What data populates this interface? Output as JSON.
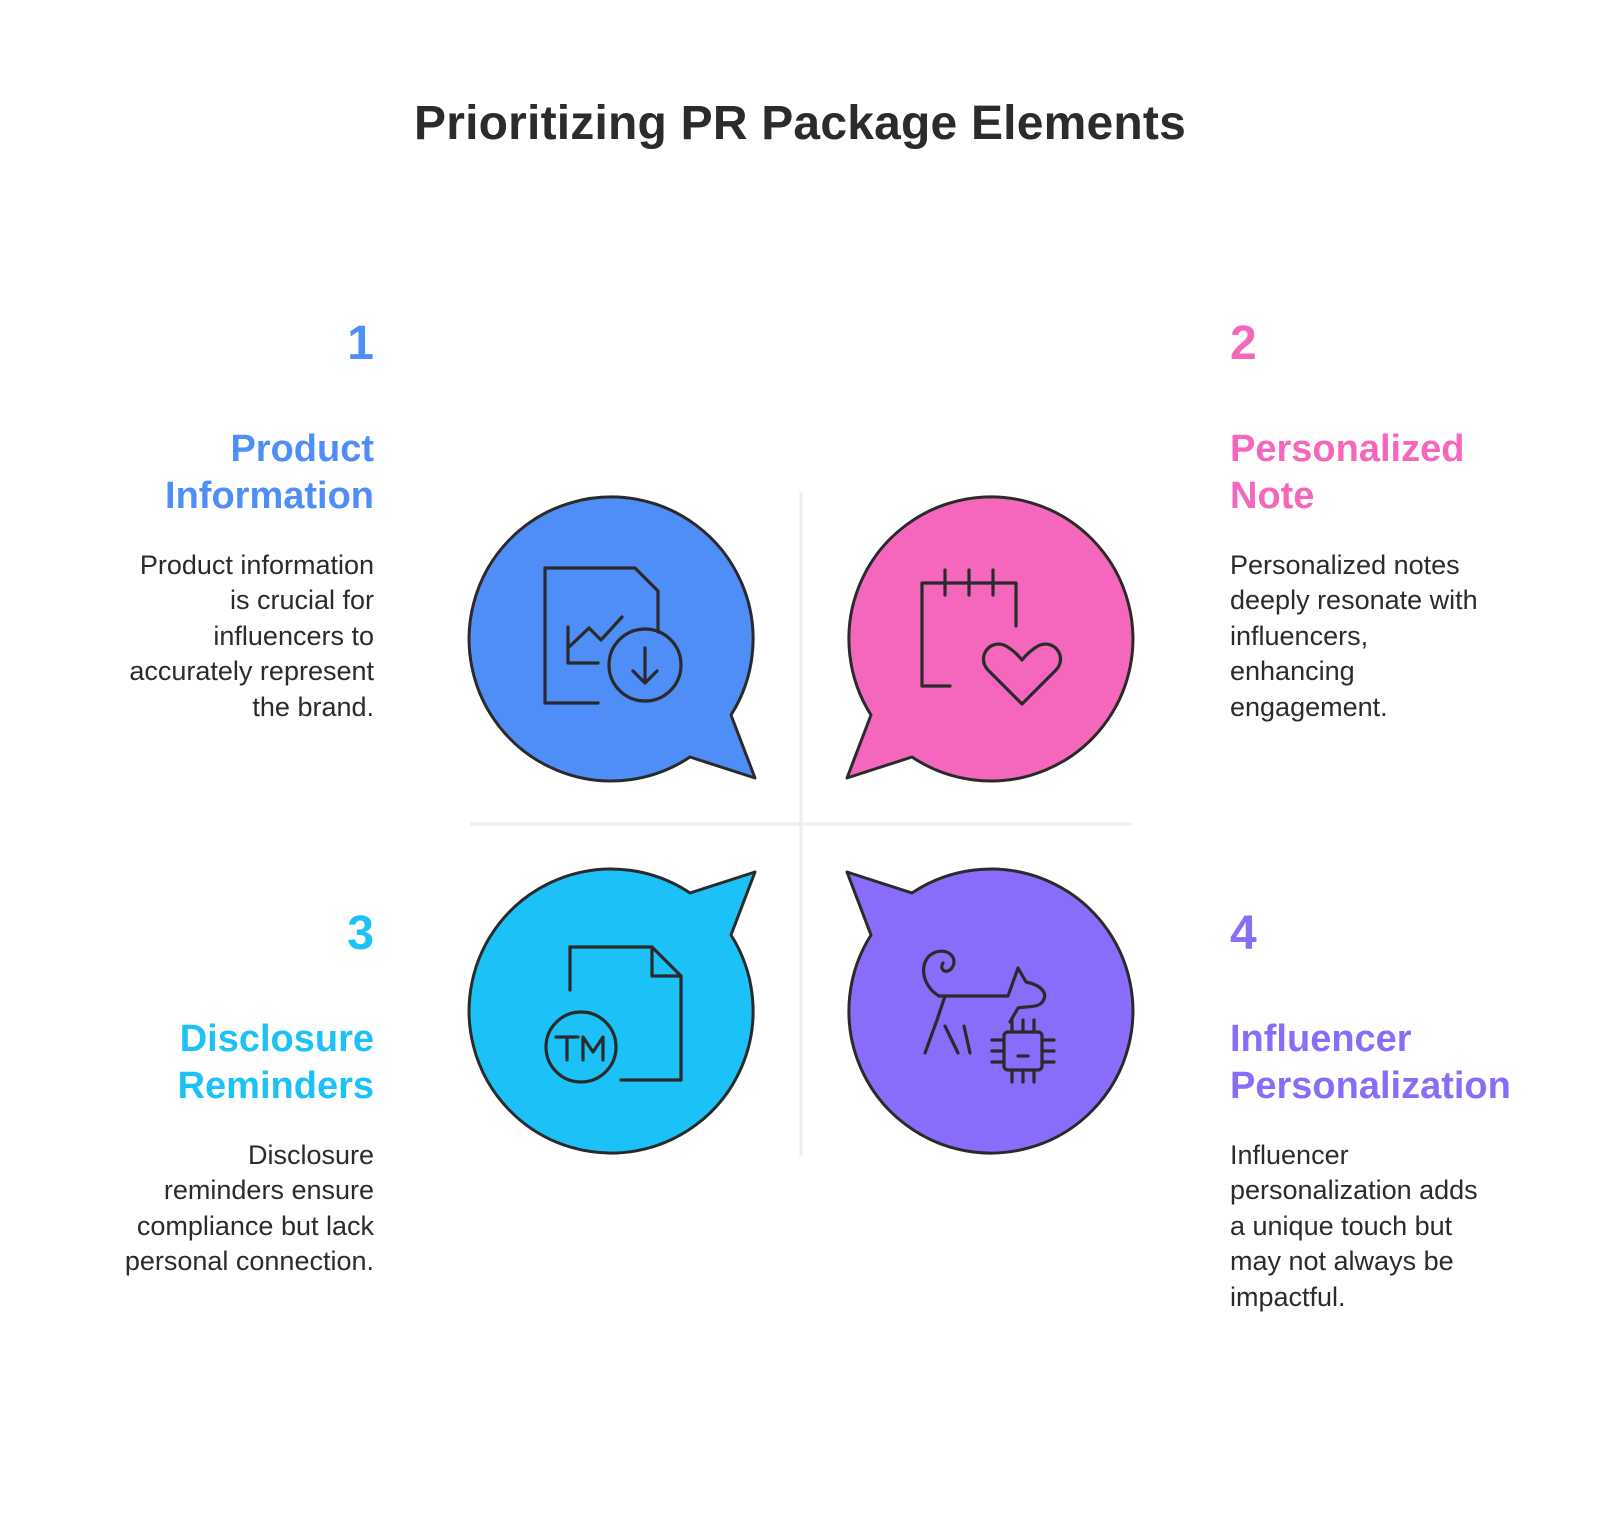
{
  "title": "Prioritizing PR Package Elements",
  "colors": {
    "blue": "#4f8df7",
    "pink": "#f467bc",
    "cyan": "#1cc2f7",
    "purple": "#8a6cfb",
    "outline": "#2a2a2a",
    "divider": "#eeeeee"
  },
  "items": [
    {
      "number": "1",
      "heading_line1": "Product",
      "heading_line2": "Information",
      "description_lines": [
        "Product information",
        "is crucial for",
        "influencers to",
        "accurately represent",
        "the brand."
      ],
      "color": "#4f8df7",
      "icon": "document-chart-download-icon"
    },
    {
      "number": "2",
      "heading_line1": "Personalized",
      "heading_line2": "Note",
      "description_lines": [
        "Personalized notes",
        "deeply resonate with",
        "influencers,",
        "enhancing",
        "engagement."
      ],
      "color": "#f467bc",
      "icon": "calendar-heart-icon"
    },
    {
      "number": "3",
      "heading_line1": "Disclosure",
      "heading_line2": "Reminders",
      "description_lines": [
        "Disclosure",
        "reminders ensure",
        "compliance but lack",
        "personal connection."
      ],
      "color": "#1cc2f7",
      "icon": "document-trademark-icon"
    },
    {
      "number": "4",
      "heading_line1": "Influencer",
      "heading_line2": "Personalization",
      "description_lines": [
        "Influencer",
        "personalization adds",
        "a unique touch but",
        "may not always be",
        "impactful."
      ],
      "color": "#8a6cfb",
      "icon": "cat-chip-icon"
    }
  ]
}
